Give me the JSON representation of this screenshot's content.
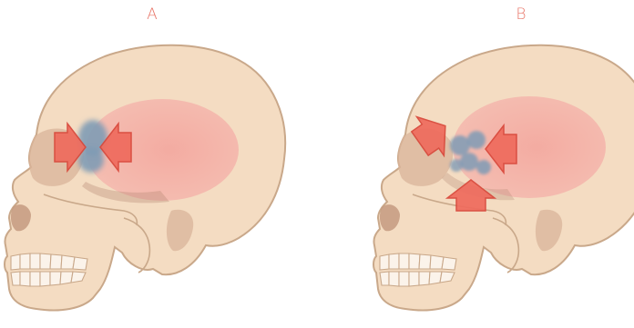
{
  "panels": [
    {
      "label": "A"
    },
    {
      "label": "B"
    }
  ],
  "colors": {
    "label": "#e8776a",
    "skull_fill": "#f4dcc2",
    "skull_outline": "#c9a88a",
    "brain_region": "#f2a9a2",
    "blue_mass": "#7f9bb5",
    "arrow_fill": "#ef6b5d",
    "arrow_stroke": "#d8473a",
    "orbit_shadow": "#d9b49a",
    "teeth": "#fbf3ea"
  },
  "icons": {
    "skull": "skull-illustration",
    "arrow": "compression-arrow-icon"
  }
}
